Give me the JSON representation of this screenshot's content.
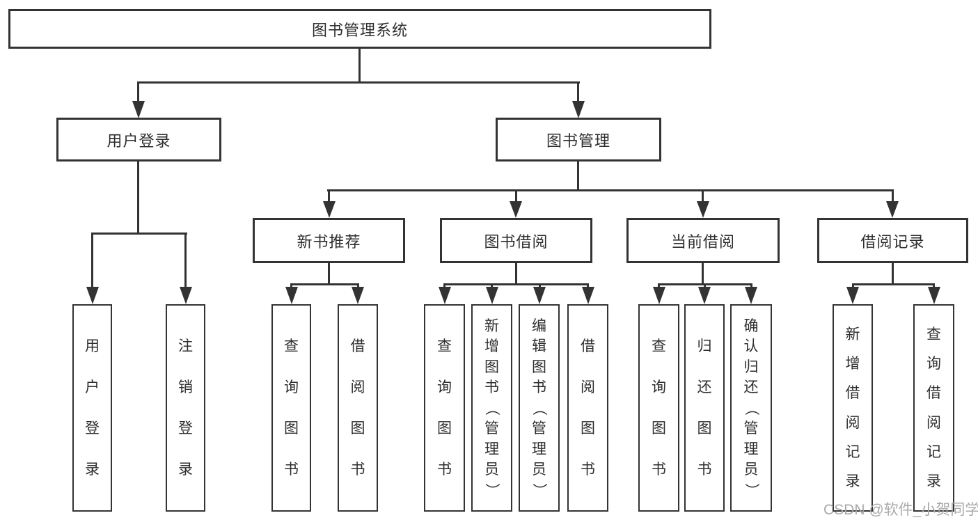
{
  "diagram": {
    "root_label": "图书管理系统",
    "level2": [
      "用户登录",
      "图书管理"
    ],
    "level3": [
      "新书推荐",
      "图书借阅",
      "当前借阅",
      "借阅记录"
    ],
    "leaf_groups": [
      {
        "parent": "用户登录",
        "items": [
          "用户登录",
          "注销登录"
        ]
      },
      {
        "parent": "新书推荐",
        "items": [
          "查询图书",
          "借阅图书"
        ]
      },
      {
        "parent": "图书借阅",
        "items": [
          "查询图书",
          "新增图书（管理员）",
          "编辑图书（管理员）",
          "借阅图书"
        ]
      },
      {
        "parent": "当前借阅",
        "items": [
          "查询图书",
          "归还图书",
          "确认归还（管理员）"
        ]
      },
      {
        "parent": "借阅记录",
        "items": [
          "新增借阅记录",
          "查询借阅记录"
        ]
      }
    ],
    "watermark": "CSDN @软件_小贺同学",
    "colors": {
      "line": "#333333",
      "box_border": "#333333",
      "text": "#2e2e2e",
      "watermark": "#a9a9a9",
      "background": "#ffffff"
    }
  }
}
